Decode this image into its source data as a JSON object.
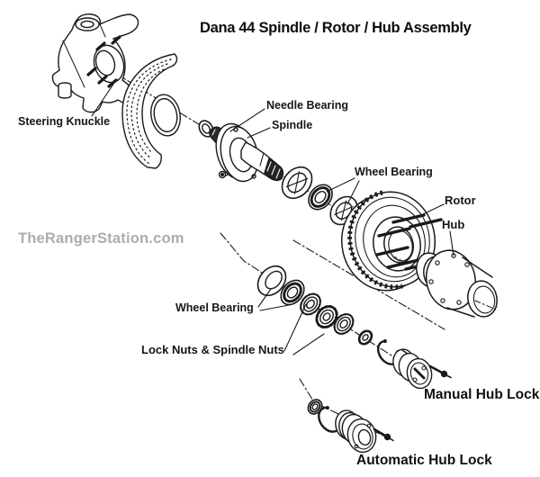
{
  "title": "Dana 44 Spindle / Rotor / Hub Assembly",
  "watermark": "TheRangerStation.com",
  "labels": {
    "steering_knuckle": "Steering Knuckle",
    "needle_bearing": "Needle Bearing",
    "spindle": "Spindle",
    "wheel_bearing_top": "Wheel Bearing",
    "rotor": "Rotor",
    "hub": "Hub",
    "wheel_bearing_bottom": "Wheel Bearing",
    "lock_nuts": "Lock Nuts & Spindle Nuts",
    "manual_hub_lock": "Manual Hub Lock",
    "automatic_hub_lock": "Automatic Hub Lock"
  },
  "colors": {
    "background": "#ffffff",
    "line": "#1a1a1a",
    "label_text": "#161616",
    "watermark": "#acacac"
  }
}
